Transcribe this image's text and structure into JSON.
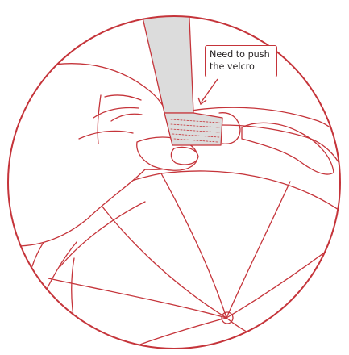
{
  "callout": {
    "text": "Need to push\nthe velcro"
  },
  "colors": {
    "line": "#c5343a",
    "strap_fill": "#dcdcdc",
    "velcro_stitch": "#c5343a",
    "background": "#ffffff",
    "text": "#231f20"
  },
  "icons": [
    "velcro-strap",
    "hand",
    "baseball-cap",
    "arrow-pointer"
  ]
}
